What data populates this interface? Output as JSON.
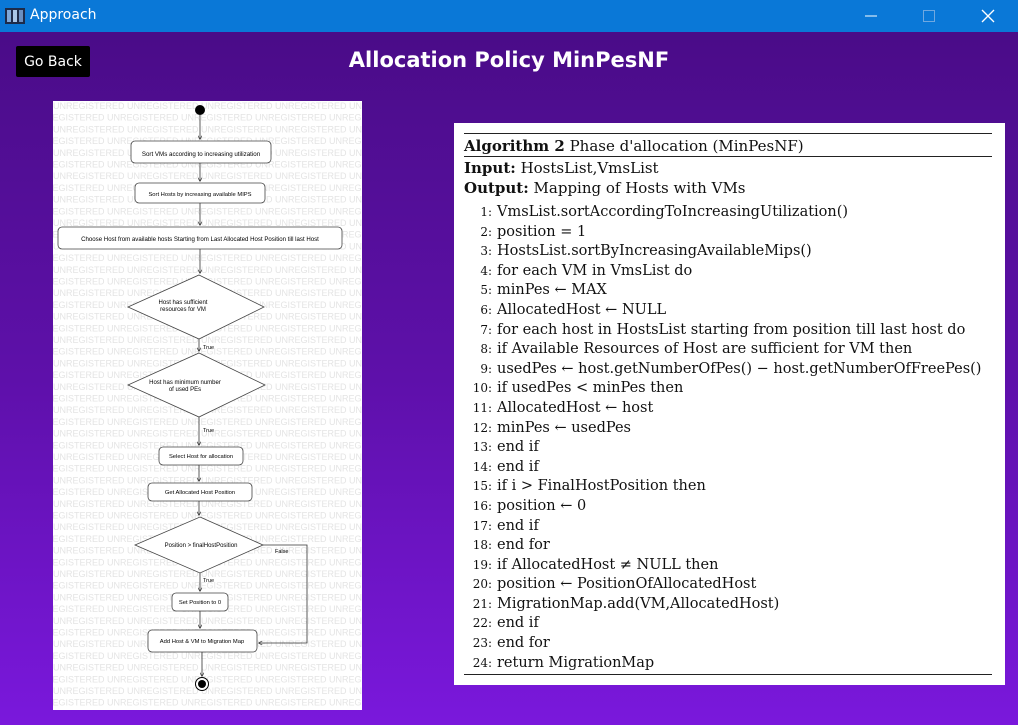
{
  "window": {
    "title": "Approach"
  },
  "header": {
    "back_label": "Go Back",
    "title": "Allocation Policy MinPesNF"
  },
  "diagram": {
    "watermark": "UNREGISTERED UNREGISTERED UNREGISTERED UNREGISTERED UNREGISTERED",
    "nodes": {
      "sort_vms": "Sort VMs according to increasing utilization",
      "sort_hosts": "Sort Hosts by increasing available MIPS",
      "choose_host": "Choose Host from available hosts Starting from Last Allocated Host Position till last Host",
      "dec_sufficient_1": "Host has sufficient",
      "dec_sufficient_2": "resources for VM",
      "dec_min_1": "Host has minimum number",
      "dec_min_2": "of used PEs",
      "select_host": "Select Host for allocation",
      "get_position": "Get Allocated Host Position",
      "dec_position": "Position > finalHostPosition",
      "set_position": "Set Position to 0",
      "add_host": "Add Host & VM to Migration Map"
    },
    "edges": {
      "true_1": "True",
      "true_2": "True",
      "true_3": "True",
      "false_1": "False"
    }
  },
  "algorithm": {
    "title_bold": "Algorithm 2",
    "title_rest": " Phase d'allocation (MinPesNF)",
    "input_label": "Input:",
    "input_value": " HostsList,VmsList",
    "output_label": "Output:",
    "output_value": " Mapping of Hosts with VMs",
    "lines": [
      {
        "n": "1:",
        "t": "VmsList.sortAccordingToIncreasingUtilization()"
      },
      {
        "n": "2:",
        "t": "position = 1"
      },
      {
        "n": "3:",
        "t": "HostsList.sortByIncreasingAvailableMips()"
      },
      {
        "n": "4:",
        "t": "for each VM in VmsList do"
      },
      {
        "n": "5:",
        "t": "minPes ← MAX"
      },
      {
        "n": "6:",
        "t": "AllocatedHost ← NULL"
      },
      {
        "n": "7:",
        "t": "for each host in HostsList starting from position till last host do"
      },
      {
        "n": "8:",
        "t": "if Available Resources of Host are sufficient for VM then"
      },
      {
        "n": "9:",
        "t": "usedPes ← host.getNumberOfPes() − host.getNumberOfFreePes()"
      },
      {
        "n": "10:",
        "t": "if usedPes < minPes then"
      },
      {
        "n": "11:",
        "t": "AllocatedHost ← host"
      },
      {
        "n": "12:",
        "t": "minPes ← usedPes"
      },
      {
        "n": "13:",
        "t": "end if"
      },
      {
        "n": "14:",
        "t": "end if"
      },
      {
        "n": "15:",
        "t": "if i > FinalHostPosition then"
      },
      {
        "n": "16:",
        "t": "position ← 0"
      },
      {
        "n": "17:",
        "t": "end if"
      },
      {
        "n": "18:",
        "t": "end for"
      },
      {
        "n": "19:",
        "t": "if AllocatedHost ≠ NULL then"
      },
      {
        "n": "20:",
        "t": "position ← PositionOfAllocatedHost"
      },
      {
        "n": "21:",
        "t": "MigrationMap.add(VM,AllocatedHost)"
      },
      {
        "n": "22:",
        "t": "end if"
      },
      {
        "n": "23:",
        "t": "end for"
      },
      {
        "n": "24:",
        "t": "return MigrationMap"
      }
    ]
  }
}
